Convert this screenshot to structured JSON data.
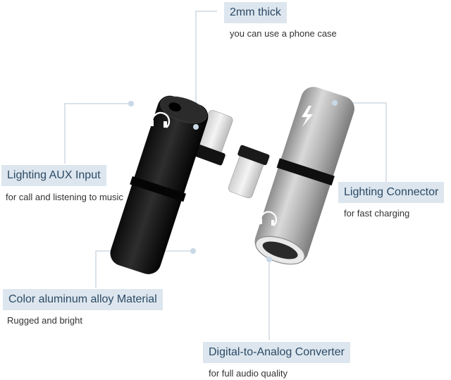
{
  "callouts": {
    "thickness": {
      "title": "2mm thick",
      "subtitle": "you can use a phone case"
    },
    "aux_input": {
      "title": "Lighting AUX Input",
      "subtitle": "for call and listening to music"
    },
    "lightning_connector": {
      "title": "Lighting Connector",
      "subtitle": "for fast charging"
    },
    "material": {
      "title": "Color aluminum alloy Material",
      "subtitle": "Rugged and bright"
    },
    "dac": {
      "title": "Digital-to-Analog Converter",
      "subtitle": "for full audio quality"
    }
  },
  "colors": {
    "label_bg": "#dde6ee",
    "label_text": "#2b4a66",
    "leader_line": "#b7c7d6",
    "dot": "#c9d8e6",
    "black_body": "#161616",
    "silver_body": "#b6b6b6"
  },
  "icons": [
    "headphone-icon",
    "lightning-bolt-icon"
  ]
}
